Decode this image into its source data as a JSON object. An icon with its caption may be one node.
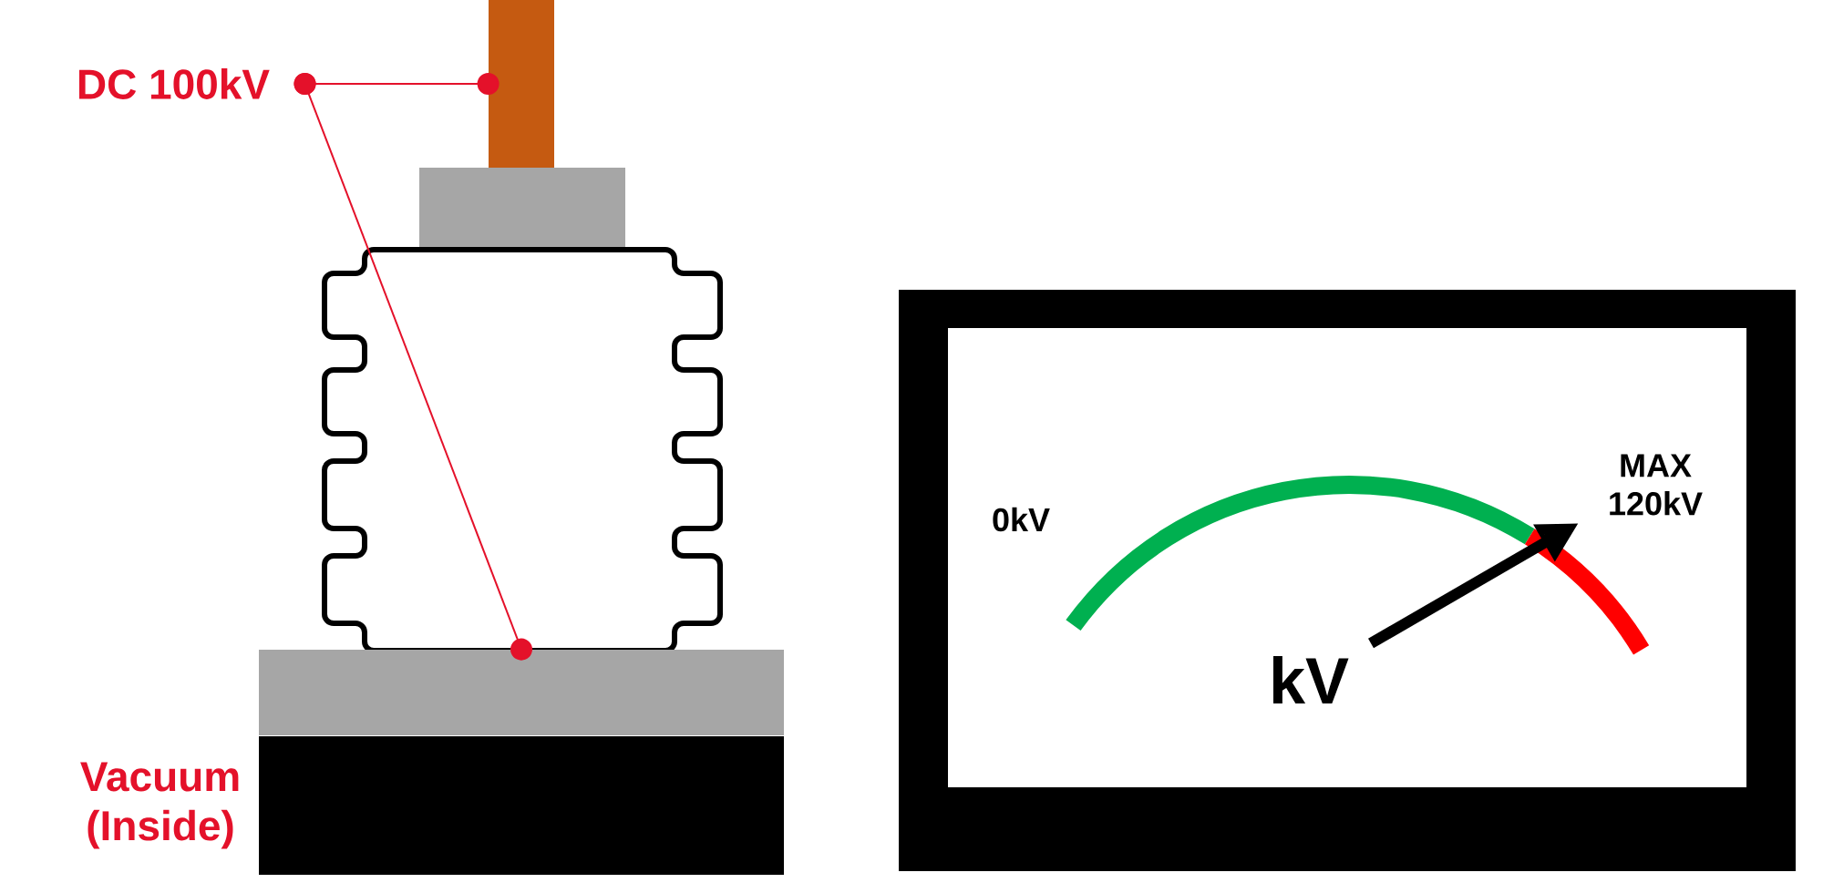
{
  "diagram": {
    "nodes": [
      {
        "text": [
          "DC 100kV"
        ]
      },
      {
        "text": [],
        "shape": "bar"
      },
      {
        "text": [],
        "shape": "box"
      }
    ],
    "edges": [
      {
        "from": 0,
        "to": 1,
        "arrow": "other"
      },
      {
        "from": 0,
        "to": 2,
        "arrow": "other"
      }
    ],
    "labels": [
      "Vacuum (Inside)",
      "0kV",
      "MAX 120kV",
      "kV"
    ]
  }
}
